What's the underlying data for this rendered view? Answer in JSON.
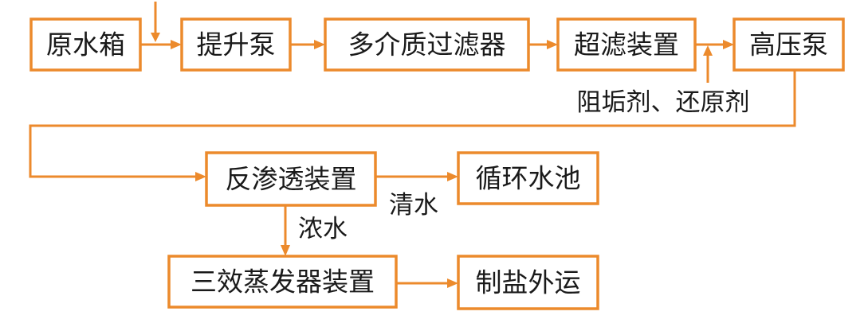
{
  "colors": {
    "line": "#ec8a2c",
    "text": "#1a1a1a",
    "box_fill": "#ffffff"
  },
  "nodes": {
    "raw_water_tank": "原水箱",
    "lift_pump": "提升泵",
    "multimedia_filter": "多介质过滤器",
    "ultrafiltration_unit": "超滤装置",
    "high_pressure_pump": "高压泵",
    "reverse_osmosis_unit": "反渗透装置",
    "circulating_pool": "循环水池",
    "triple_effect_evaporator": "三效蒸发器装置",
    "salt_transport": "制盐外运"
  },
  "labels": {
    "dosing_chemicals": "阻垢剂、还原剂",
    "clear_water": "清水",
    "concentrate_water": "浓水"
  }
}
